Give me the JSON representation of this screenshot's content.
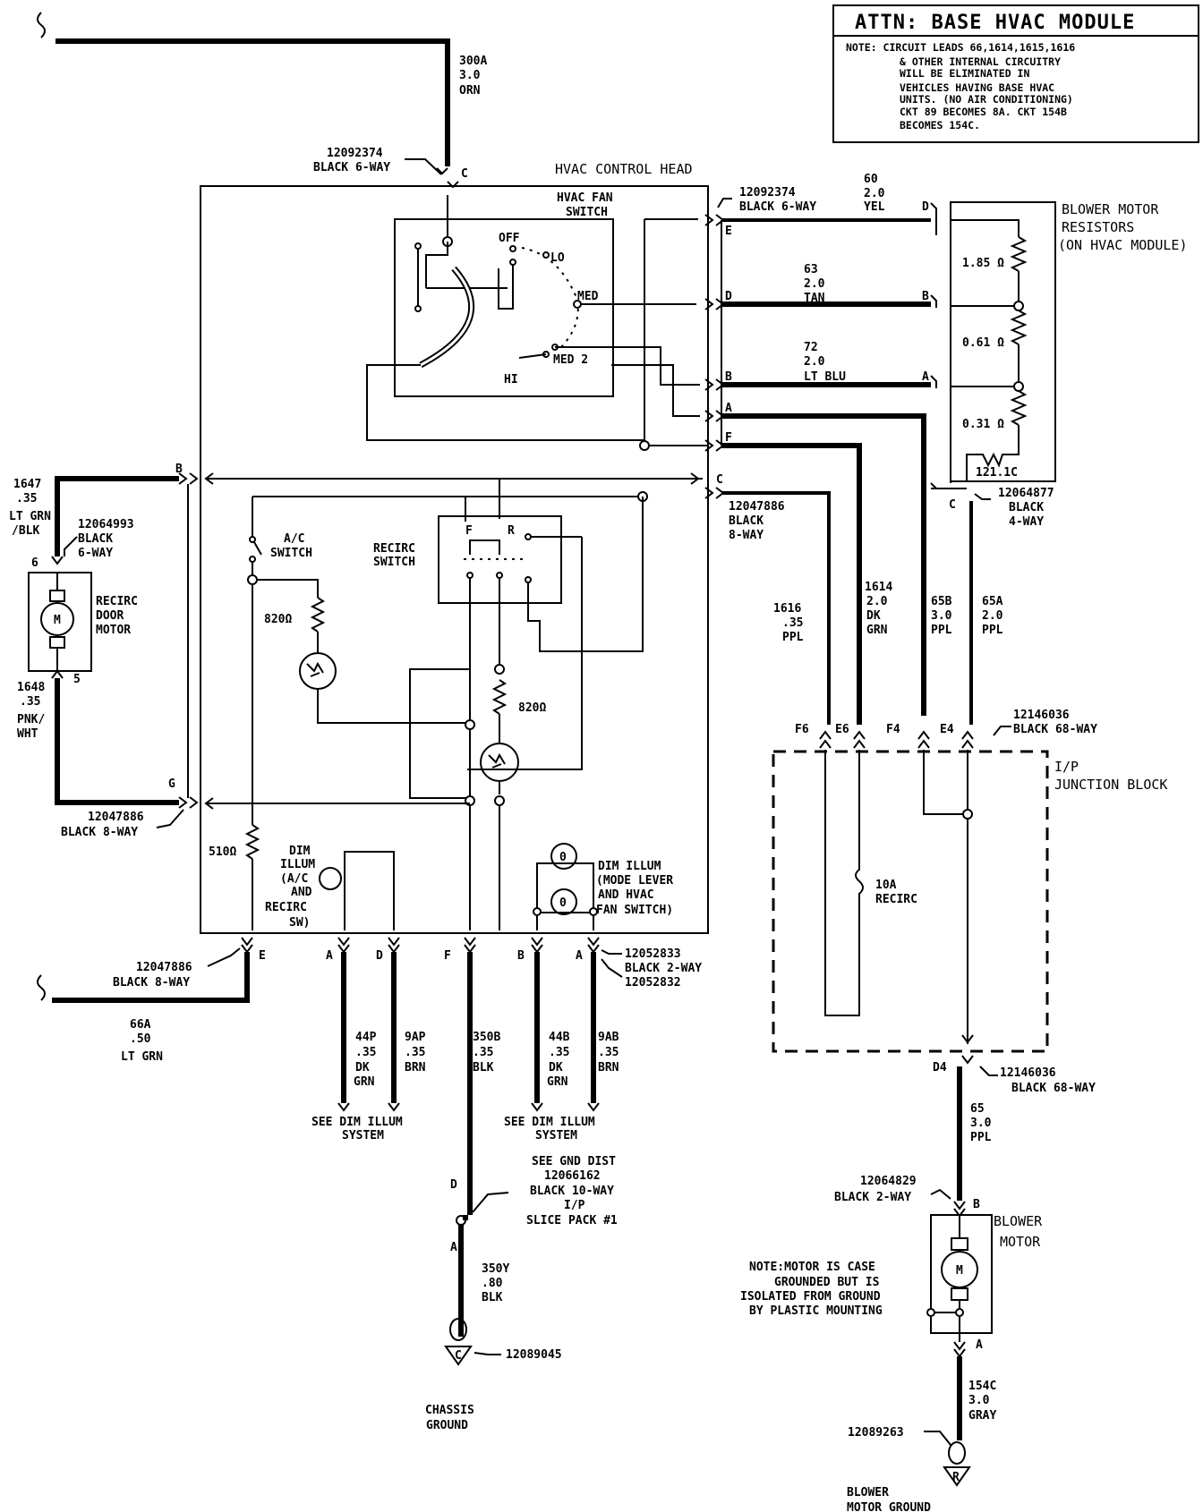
{
  "attn": {
    "title": "ATTN: BASE HVAC MODULE",
    "note_lines": [
      "NOTE: CIRCUIT LEADS 66,1614,1615,1616",
      "& OTHER INTERNAL CIRCUITRY",
      "WILL BE ELIMINATED IN",
      "VEHICLES HAVING BASE HVAC",
      "UNITS.  (NO AIR CONDITIONING)",
      "CKT 89 BECOMES 8A. CKT 154B",
      "BECOMES 154C."
    ]
  },
  "top_wire": {
    "circuit": "300A",
    "gauge": "3.0",
    "color": "ORN"
  },
  "control_head": {
    "title": "HVAC CONTROL HEAD",
    "connector_part": "12092374",
    "connector_desc": "BLACK 6-WAY",
    "pin_c": "C",
    "fan_switch_label": [
      "HVAC FAN",
      "SWITCH"
    ],
    "fan_positions": [
      "OFF",
      "LO",
      "MED",
      "MED 2",
      "HI"
    ],
    "ac_switch": [
      "A/C",
      "SWITCH"
    ],
    "recirc_switch": [
      "RECIRC",
      "SWITCH"
    ],
    "recirc_pins": [
      "F",
      "R"
    ],
    "resistor_1": "820Ω",
    "resistor_2": "820Ω",
    "resistor_3": "510Ω",
    "dim_illum_left": [
      "DIM",
      "ILLUM",
      "(A/C",
      "AND",
      "RECIRC",
      "SW)"
    ],
    "dim_illum_right": [
      "DIM ILLUM",
      "(MODE LEVER",
      "AND HVAC",
      "FAN SWITCH)"
    ]
  },
  "right_connector": {
    "part": "12092374",
    "desc": "BLACK 6-WAY",
    "pins": [
      "E",
      "D",
      "B",
      "A",
      "F"
    ]
  },
  "wires_right": [
    {
      "circuit": "60",
      "gauge": "2.0",
      "color": "YEL",
      "pin": "D"
    },
    {
      "circuit": "63",
      "gauge": "2.0",
      "color": "TAN",
      "pin": "B"
    },
    {
      "circuit": "72",
      "gauge": "2.0",
      "color": "LT BLU",
      "pin": "A"
    }
  ],
  "blower_resistors": {
    "title": [
      "BLOWER MOTOR",
      "RESISTORS",
      "(ON HVAC MODULE)"
    ],
    "values": [
      "1.85 Ω",
      "0.61 Ω",
      "0.31 Ω"
    ],
    "fuse": "121.1C",
    "connector_part": "12064877",
    "connector_desc": [
      "BLACK",
      "4-WAY"
    ],
    "pin_c": "C"
  },
  "mid_connector": {
    "part": "12047886",
    "desc": [
      "BLACK",
      "8-WAY"
    ],
    "pin": "C"
  },
  "vertical_wires": [
    {
      "circuit": "1616",
      "gauge": ".35",
      "color": "PPL"
    },
    {
      "circuit": "1614",
      "gauge": "2.0",
      "color": "DK",
      "color2": "GRN"
    },
    {
      "circuit": "65B",
      "gauge": "3.0",
      "color": "PPL"
    },
    {
      "circuit": "65A",
      "gauge": "2.0",
      "color": "PPL"
    }
  ],
  "junction_block": {
    "connector_part": "12146036",
    "connector_desc": "BLACK 68-WAY",
    "pins": [
      "F6",
      "E6",
      "F4",
      "E4"
    ],
    "title": [
      "I/P",
      "JUNCTION BLOCK"
    ],
    "fuse": [
      "10A",
      "RECIRC"
    ],
    "out_pin": "D4",
    "out_part": "12146036",
    "out_desc": "BLACK 68-WAY"
  },
  "blower_feed": {
    "circuit": "65",
    "gauge": "3.0",
    "color": "PPL"
  },
  "blower_motor": {
    "connector_part": "12064829",
    "connector_desc": "BLACK 2-WAY",
    "pin_b": "B",
    "pin_a": "A",
    "title": [
      "BLOWER",
      "MOTOR"
    ],
    "note": [
      "NOTE:MOTOR IS CASE",
      "GROUNDED BUT IS",
      "ISOLATED FROM GROUND",
      "BY PLASTIC MOUNTING"
    ],
    "motor_symbol": "M"
  },
  "blower_ground": {
    "circuit": "154C",
    "gauge": "3.0",
    "color": "GRAY",
    "part": "12089263",
    "label": [
      "BLOWER",
      "MOTOR GROUND"
    ],
    "eyelet_letter": "R"
  },
  "recirc_motor": {
    "wire_top": {
      "circuit": "1647",
      "gauge": ".35",
      "color": "LT GRN",
      "color2": "/BLK"
    },
    "wire_bottom": {
      "circuit": "1648",
      "gauge": ".35",
      "color": "PNK/",
      "color2": "WHT"
    },
    "connector_part": "12064993",
    "connector_desc": [
      "BLACK",
      "6-WAY"
    ],
    "pin_6": "6",
    "pin_5": "5",
    "label": [
      "RECIRC",
      "DOOR",
      "MOTOR"
    ],
    "motor_symbol": "M",
    "pin_b": "B",
    "pin_g": "G",
    "bottom_connector_part": "12047886",
    "bottom_connector_desc": "BLACK 8-WAY"
  },
  "bottom_left": {
    "connector_part": "12047886",
    "connector_desc": "BLACK 8-WAY",
    "pins": [
      "E",
      "A",
      "D",
      "F"
    ],
    "wire_66": {
      "circuit": "66A",
      "gauge": ".50",
      "color": "LT GRN"
    },
    "wire_44p": {
      "circuit": "44P",
      "gauge": ".35",
      "color": "DK",
      "color2": "GRN"
    },
    "wire_9ap": {
      "circuit": "9AP",
      "gauge": ".35",
      "color": "BRN"
    },
    "wire_350b": {
      "circuit": "350B",
      "gauge": ".35",
      "color": "BLK"
    },
    "see_dim": [
      "SEE  DIM  ILLUM",
      "SYSTEM"
    ]
  },
  "bottom_mid": {
    "pins": [
      "B",
      "A"
    ],
    "part1": "12052833",
    "desc1": "BLACK 2-WAY",
    "part2": "12052832",
    "wire_44b": {
      "circuit": "44B",
      "gauge": ".35",
      "color": "DK",
      "color2": "GRN"
    },
    "wire_9ab": {
      "circuit": "9AB",
      "gauge": ".35",
      "color": "BRN"
    },
    "see_dim": [
      "SEE  DIM  ILLUM",
      "SYSTEM"
    ]
  },
  "ground_dist": {
    "lines": [
      "SEE GND DIST",
      "12066162",
      "BLACK 10-WAY",
      "I/P",
      "SLICE PACK #1"
    ],
    "pin_d": "D",
    "pin_a": "A",
    "wire": {
      "circuit": "350Y",
      "gauge": ".80",
      "color": "BLK"
    },
    "eyelet_part": "12089045",
    "eyelet_letter": "C",
    "label": [
      "CHASSIS",
      "GROUND"
    ]
  }
}
